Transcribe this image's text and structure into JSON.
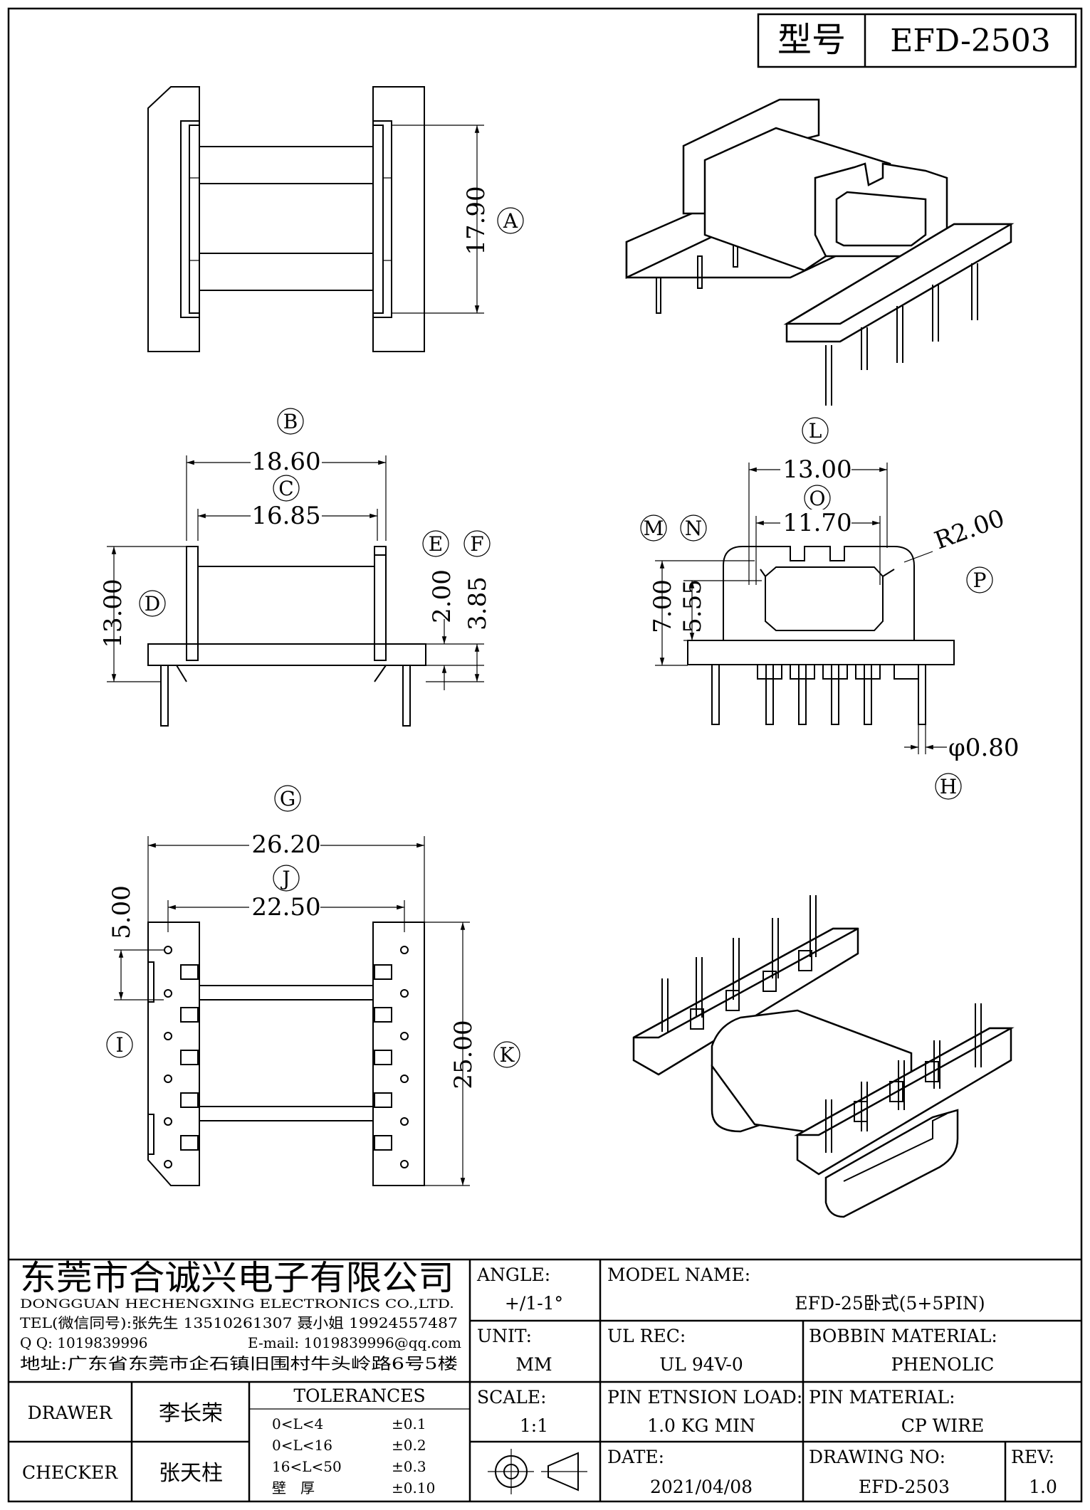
{
  "header": {
    "type_label": "型号",
    "model": "EFD-2503"
  },
  "dimensions": {
    "d1790": "17.90",
    "d1860": "18.60",
    "d1685": "16.85",
    "d1300a": "13.00",
    "d200": "2.00",
    "d385": "3.85",
    "d1300b": "13.00",
    "d1170": "11.70",
    "dr200": "R2.00",
    "d700": "7.00",
    "d555": "5.55",
    "dpin": "φ0.80",
    "d2620": "26.20",
    "d2250": "22.50",
    "d500": "5.00",
    "d2500": "25.00"
  },
  "callouts": {
    "A": "A",
    "B": "B",
    "C": "C",
    "D": "D",
    "E": "E",
    "F": "F",
    "G": "G",
    "H": "H",
    "I": "I",
    "J": "J",
    "K": "K",
    "L": "L",
    "M": "M",
    "N": "N",
    "O": "O",
    "P": "P"
  },
  "company": {
    "name_cn": "东莞市合诚兴电子有限公司",
    "name_en": "DONGGUAN HECHENGXING ELECTRONICS CO.,LTD.",
    "tel": "TEL(微信同号):张先生 13510261307 聂小姐 19924557487",
    "qq": "Q Q: 1019839996",
    "email": "E-mail: 1019839996@qq.com",
    "address": "地址:广东省东莞市企石镇旧围村牛头岭路6号5楼"
  },
  "title_block": {
    "angle_label": "ANGLE:",
    "angle_value": "+/1-1°",
    "unit_label": "UNIT:",
    "unit_value": "MM",
    "scale_label": "SCALE:",
    "scale_value": "1:1",
    "model_name_label": "MODEL NAME:",
    "model_name_value": "EFD-25卧式(5+5PIN)",
    "ul_label": "UL REC:",
    "ul_value": "UL 94V-0",
    "bobbin_label": "BOBBIN MATERIAL:",
    "bobbin_value": "PHENOLIC",
    "pin_load_label": "PIN ETNSION LOAD:",
    "pin_load_value": "1.0 KG MIN",
    "pin_mat_label": "PIN MATERIAL:",
    "pin_mat_value": "CP WIRE",
    "date_label": "DATE:",
    "date_value": "2021/04/08",
    "drawing_no_label": "DRAWING NO:",
    "drawing_no_value": "EFD-2503",
    "rev_label": "REV:",
    "rev_value": "1.0",
    "drawer_label": "DRAWER",
    "drawer_value": "李长荣",
    "checker_label": "CHECKER",
    "checker_value": "张天柱",
    "tolerances_label": "TOLERANCES",
    "tolerances": [
      {
        "range": "0<L<4",
        "tol": "±0.1"
      },
      {
        "range": "0<L<16",
        "tol": "±0.2"
      },
      {
        "range": "16<L<50",
        "tol": "±0.3"
      },
      {
        "range": "壁　厚",
        "tol": "±0.10"
      }
    ]
  }
}
